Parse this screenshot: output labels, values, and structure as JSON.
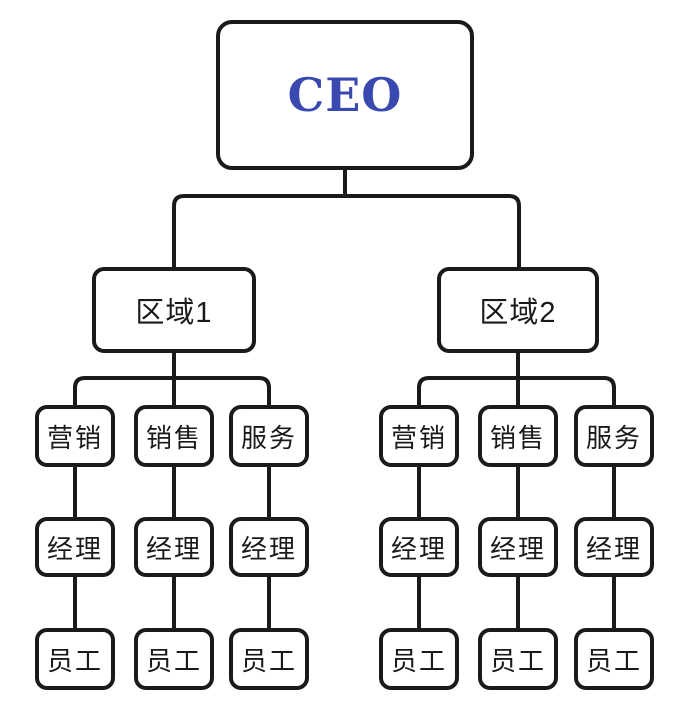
{
  "org_chart": {
    "root": {
      "label": "CEO"
    },
    "regions": [
      {
        "label": "区域1",
        "branches": [
          {
            "department": "营销",
            "manager": "经理",
            "employee": "员工"
          },
          {
            "department": "销售",
            "manager": "经理",
            "employee": "员工"
          },
          {
            "department": "服务",
            "manager": "经理",
            "employee": "员工"
          }
        ]
      },
      {
        "label": "区域2",
        "branches": [
          {
            "department": "营销",
            "manager": "经理",
            "employee": "员工"
          },
          {
            "department": "销售",
            "manager": "经理",
            "employee": "员工"
          },
          {
            "department": "服务",
            "manager": "经理",
            "employee": "员工"
          }
        ]
      }
    ]
  },
  "colors": {
    "line": "#1a1a1a",
    "root_text": "#3a49af",
    "background": "#ffffff",
    "node_background": "#ffffff"
  }
}
